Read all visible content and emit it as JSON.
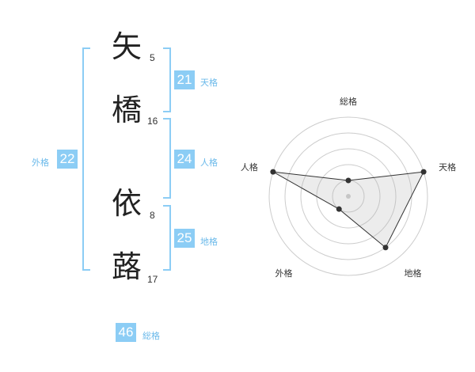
{
  "name": {
    "chars": [
      {
        "char": "矢",
        "strokes": "5"
      },
      {
        "char": "橋",
        "strokes": "16"
      },
      {
        "char": "依",
        "strokes": "8"
      },
      {
        "char": "蕗",
        "strokes": "17"
      }
    ]
  },
  "kaku": {
    "ten": {
      "value": "21",
      "label": "天格"
    },
    "jin": {
      "value": "24",
      "label": "人格"
    },
    "chi": {
      "value": "25",
      "label": "地格"
    },
    "gai": {
      "value": "22",
      "label": "外格"
    },
    "sou": {
      "value": "46",
      "label": "総格"
    }
  },
  "colors": {
    "accent": "#8ccdf5",
    "accent_text": "#6ab9ea"
  },
  "chart_data": {
    "type": "radar",
    "axes": [
      "総格",
      "天格",
      "地格",
      "外格",
      "人格"
    ],
    "values": [
      1,
      5,
      4,
      1,
      5
    ],
    "range": [
      0,
      5
    ],
    "grid_rings": 5
  }
}
